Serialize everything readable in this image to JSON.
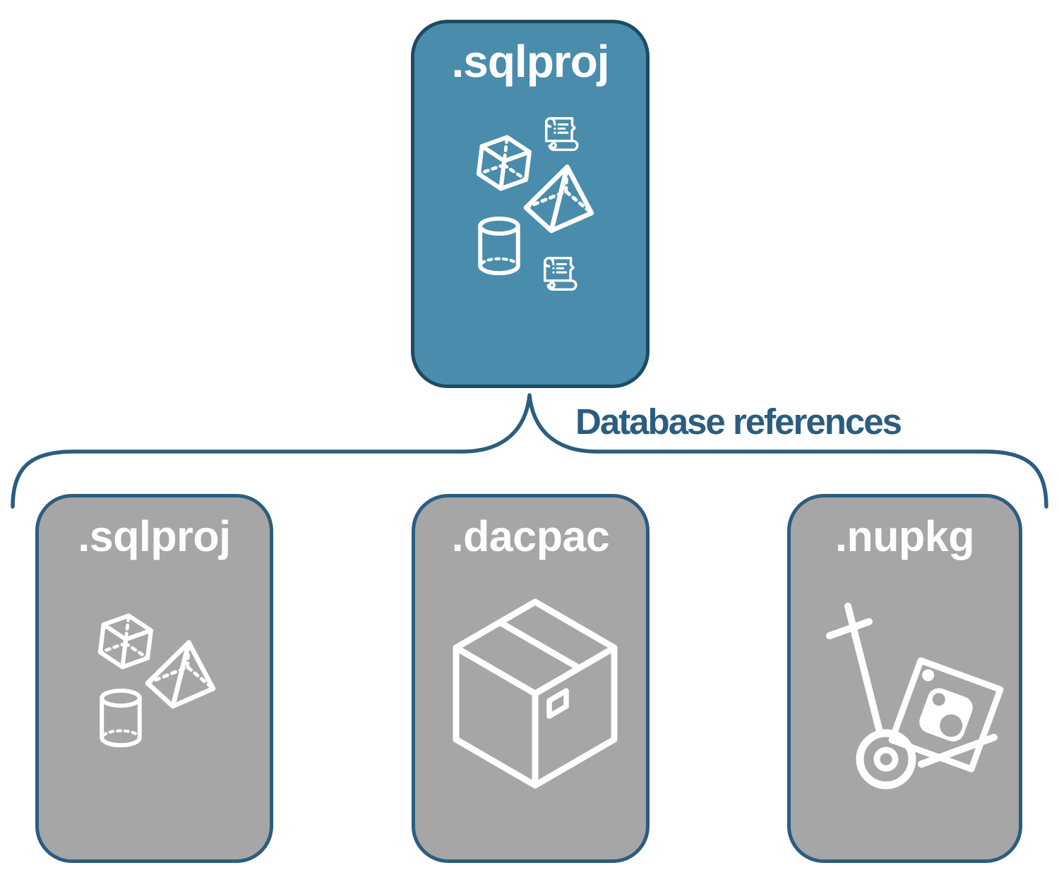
{
  "root_node": {
    "label": ".sqlproj",
    "icons": [
      "cube-3d-icon",
      "scroll-script-icon",
      "pyramid-3d-icon",
      "cylinder-3d-icon",
      "scroll-script-icon"
    ]
  },
  "connector": {
    "label": "Database references"
  },
  "child_nodes": [
    {
      "label": ".sqlproj",
      "icons": [
        "cube-3d-icon",
        "pyramid-3d-icon",
        "cylinder-3d-icon"
      ]
    },
    {
      "label": ".dacpac",
      "icons": [
        "package-box-icon"
      ]
    },
    {
      "label": ".nupkg",
      "icons": [
        "nuget-hand-truck-icon"
      ]
    }
  ],
  "colors": {
    "root_fill": "#4a8cac",
    "root_border": "#1e4a63",
    "child_fill": "#a6a6a6",
    "child_border": "#2b5d7f",
    "connector_line": "#2b5d7f",
    "node_label_text": "#ffffff",
    "edge_label_text": "#2b5d7f",
    "icon_stroke": "#ffffff",
    "background": "#ffffff"
  }
}
